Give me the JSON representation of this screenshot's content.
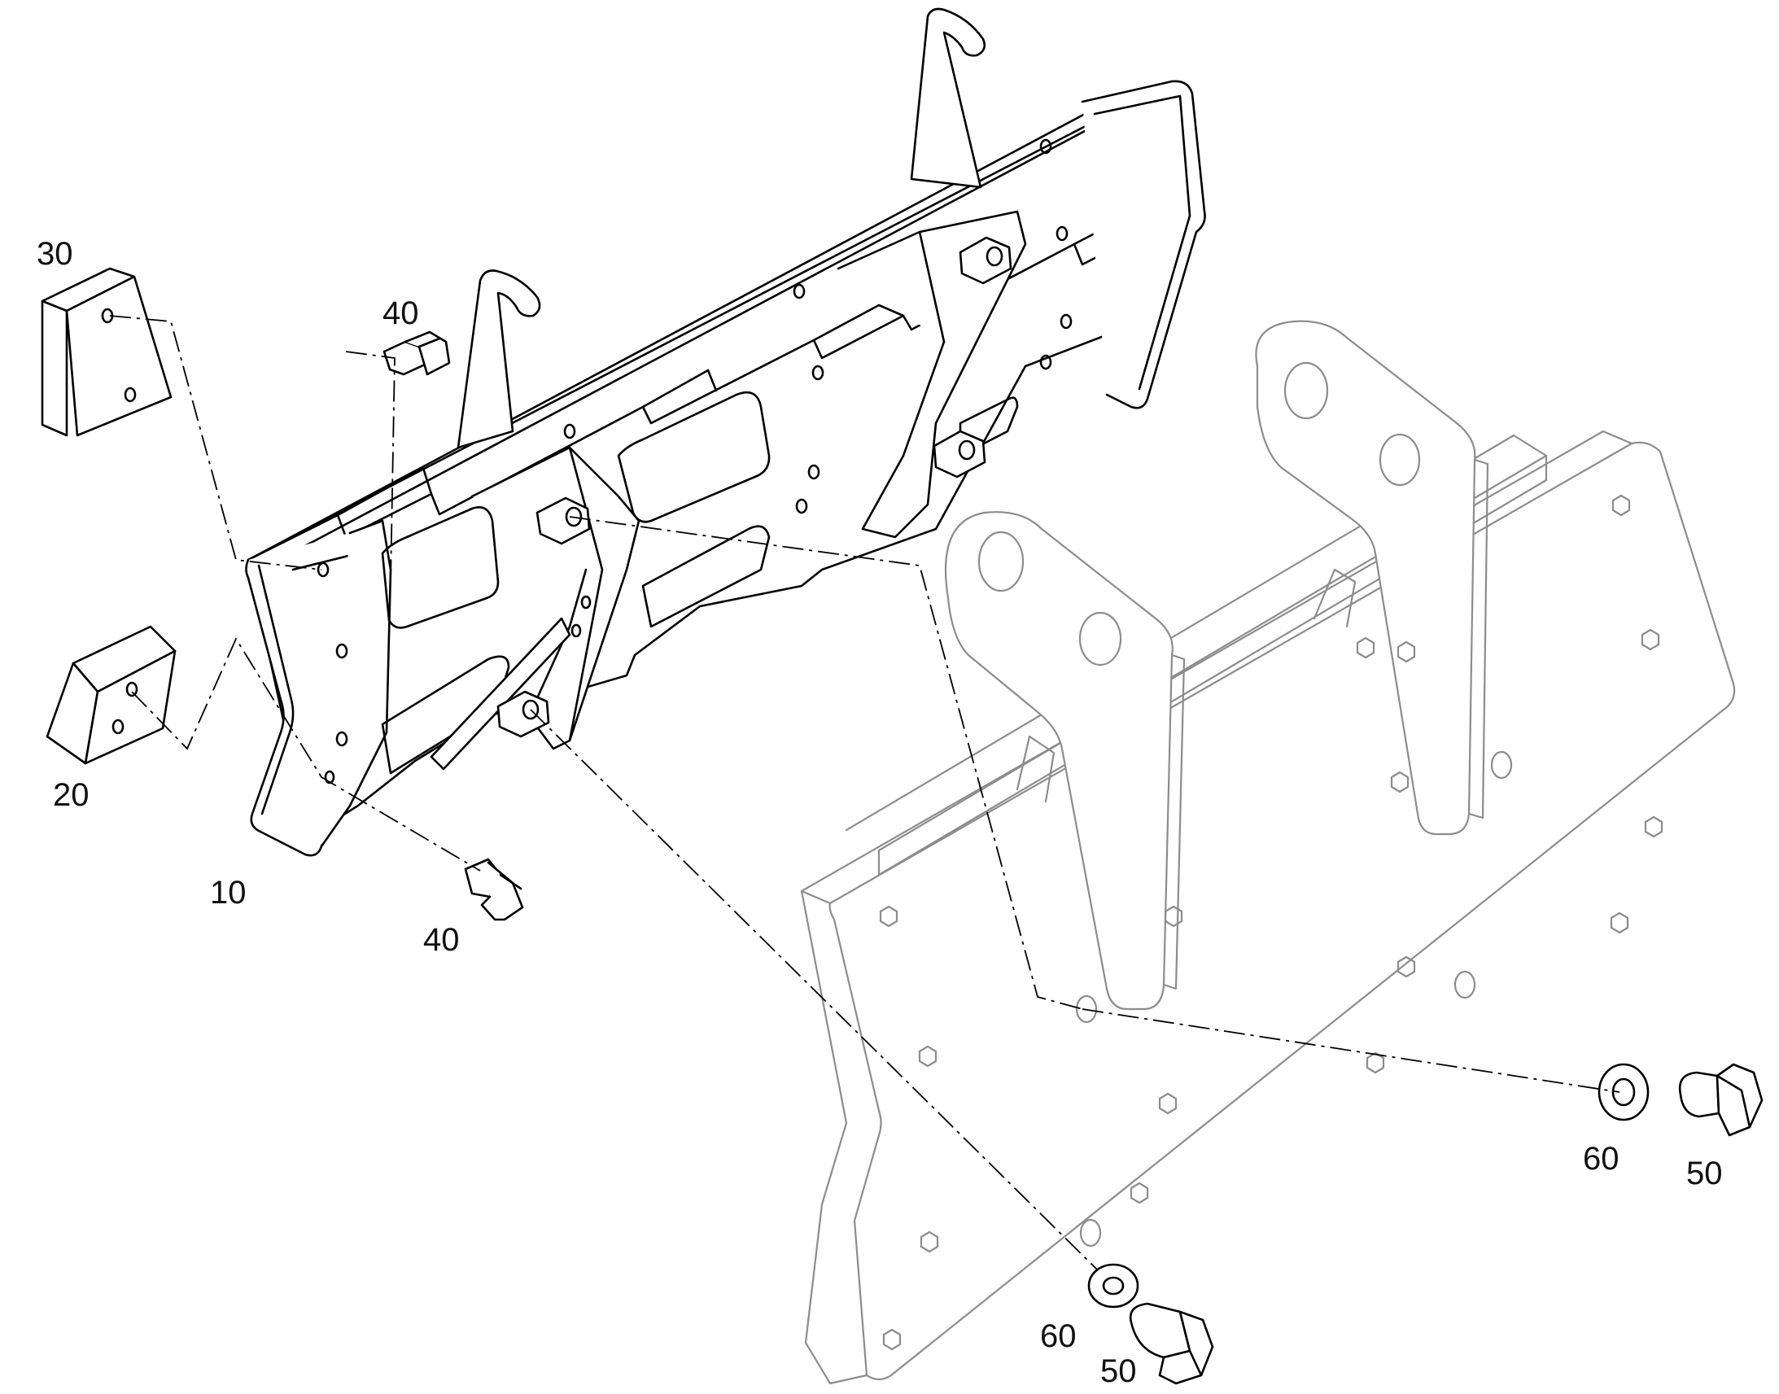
{
  "diagram": {
    "type": "exploded-parts-drawing",
    "callouts": [
      {
        "id": "c10",
        "text": "10",
        "part": "adapter-frame"
      },
      {
        "id": "c20",
        "text": "20",
        "part": "rubber-pad"
      },
      {
        "id": "c30",
        "text": "30",
        "part": "rubber-pad"
      },
      {
        "id": "c40a",
        "text": "40",
        "part": "bolt"
      },
      {
        "id": "c40b",
        "text": "40",
        "part": "bolt"
      },
      {
        "id": "c50a",
        "text": "50",
        "part": "bolt"
      },
      {
        "id": "c50b",
        "text": "50",
        "part": "bolt"
      },
      {
        "id": "c60a",
        "text": "60",
        "part": "washer"
      },
      {
        "id": "c60b",
        "text": "60",
        "part": "washer"
      }
    ]
  },
  "colors": {
    "foreground_part": "#000000",
    "background_part": "#8c8c8c",
    "background": "#ffffff"
  }
}
